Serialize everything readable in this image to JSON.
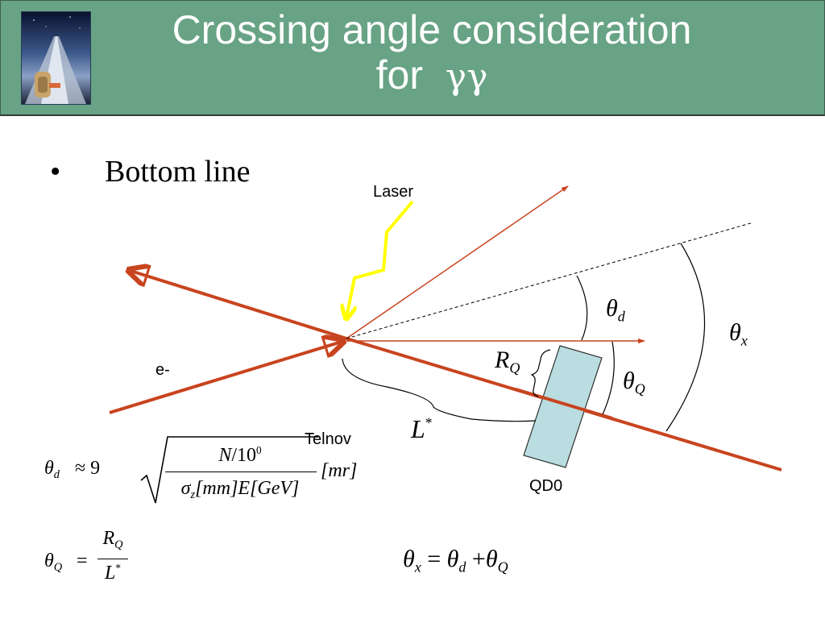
{
  "slide": {
    "title_line1": "Crossing angle consideration",
    "title_line2_prefix": "for",
    "title_line2_symbol": "γγ",
    "bullet_symbol": "•",
    "bullet_text": "Bottom line"
  },
  "diagram": {
    "laser_label": "Laser",
    "electron_label": "e-",
    "telnov_label": "Telnov",
    "qd0_label": "QD0",
    "theta_d": {
      "sym": "θ",
      "sub": "d"
    },
    "theta_x": {
      "sym": "θ",
      "sub": "x"
    },
    "theta_q": {
      "sym": "θ",
      "sub": "Q"
    },
    "r_q": {
      "sym": "R",
      "sub": "Q"
    },
    "l_star": {
      "sym": "L",
      "sup": "*"
    }
  },
  "formulas": {
    "theta_d": {
      "lhs_sym": "θ",
      "lhs_sub": "d",
      "approx": "≈ 9",
      "num_n": "N",
      "num_rest": "/10",
      "num_exp": "0",
      "den_sigma": "σ",
      "den_sub": "z",
      "den_rest": "[mm]E[GeV]",
      "unit": "[mr]"
    },
    "theta_q": {
      "lhs_sym": "θ",
      "lhs_sub": "Q",
      "eq": "=",
      "num_sym": "R",
      "num_sub": "Q",
      "den_sym": "L",
      "den_sup": "*"
    },
    "theta_x": {
      "lhs_sym": "θ",
      "lhs_sub": "x",
      "eq": "=",
      "t1_sym": "θ",
      "t1_sub": "d",
      "plus": "+",
      "t2_sym": "θ",
      "t2_sub": "Q"
    }
  },
  "colors": {
    "header_bg": "#67a384",
    "beam": "#c8441f",
    "laser": "#ffff00",
    "magnet": "#b9dde0"
  }
}
